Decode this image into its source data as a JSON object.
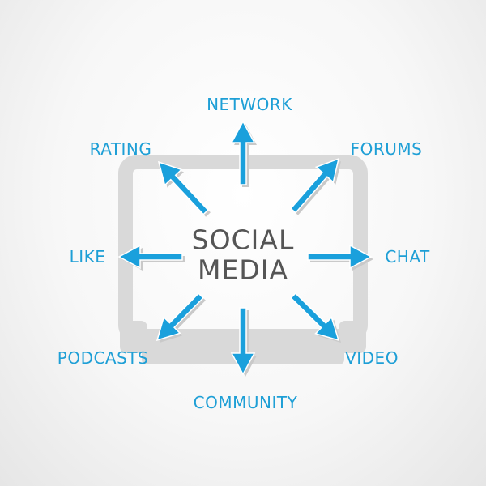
{
  "colors": {
    "accent": "#1e9fd6",
    "arrow_fill": "#1aa0dc",
    "arrow_shadow": "#c9c9c9",
    "device_outline": "#d9d9d9",
    "center_text": "#555555"
  },
  "center": {
    "line1": "SOCIAL",
    "line2": "MEDIA"
  },
  "labels": {
    "network": "NETWORK",
    "forums": "FORUMS",
    "chat": "CHAT",
    "video": "VIDEO",
    "community": "COMMUNITY",
    "podcasts": "PODCASTS",
    "like": "LIKE",
    "rating": "RATING"
  },
  "icons": {
    "device": "laptop-outline-icon",
    "arrows": "arrow-icon"
  }
}
